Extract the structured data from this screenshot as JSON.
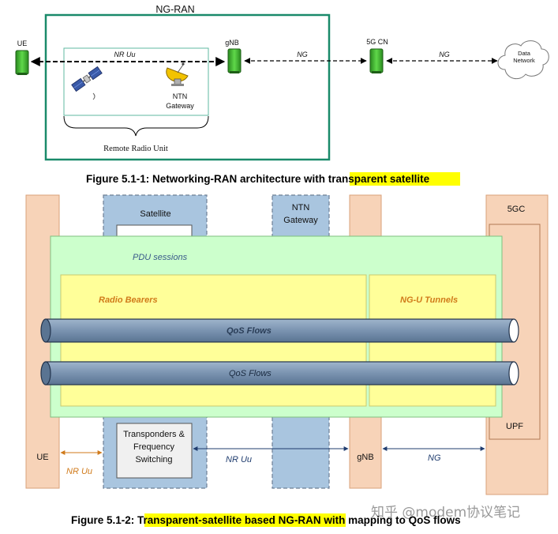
{
  "figure1": {
    "ngran_label": "NG-RAN",
    "ue_label": "UE",
    "gnb_label": "gNB",
    "core_label": "5G CN",
    "data_network_line1": "Data",
    "data_network_line2": "Network",
    "nr_uu_label": "NR Uu",
    "ng_label_1": "NG",
    "ng_label_2": "NG",
    "ntn_gateway_line1": "NTN",
    "ntn_gateway_line2": "Gateway",
    "rru_label": "Remote Radio Unit",
    "caption_prefix": "Figure 5.1-1: Networking-RAN architecture with ",
    "caption_highlight": "transparent satellite"
  },
  "figure2": {
    "satellite_label": "Satellite",
    "ntn_gateway_line1": "NTN",
    "ntn_gateway_line2": "Gateway",
    "fivegc_label": "5GC",
    "pdu_sessions_label": "PDU sessions",
    "radio_bearers_label": "Radio Bearers",
    "ngu_tunnels_label": "NG-U Tunnels",
    "qos_flow_1": "QoS Flows",
    "qos_flow_2": "QoS Flows",
    "ue_label": "UE",
    "transponder_line1": "Transponders &",
    "transponder_line2": "Frequency",
    "transponder_line3": "Switching",
    "gnb_label": "gNB",
    "upf_label": "UPF",
    "nr_uu_left": "NR Uu",
    "nr_uu_mid": "NR Uu",
    "ng_label": "NG",
    "caption_prefix": "Figure 5.1-2: ",
    "caption_highlight": "Transparent-satellite based NG-RAN",
    "caption_suffix": " with mapping to QoS flows"
  },
  "watermark": "知乎 @modem协议笔记",
  "colors": {
    "ngran_border": "#1a8a6a",
    "device_green": "#3fbf2f",
    "peach_fill": "#f7d3b8",
    "peach_stroke": "#d9a07a",
    "blue_fill": "#a9c5df",
    "green_fill": "#ccffcc",
    "yellow_fill": "#ffff99",
    "orange_text": "#d07a1a",
    "tube_fill": "#7c96b3",
    "highlight": "#ffff00"
  }
}
